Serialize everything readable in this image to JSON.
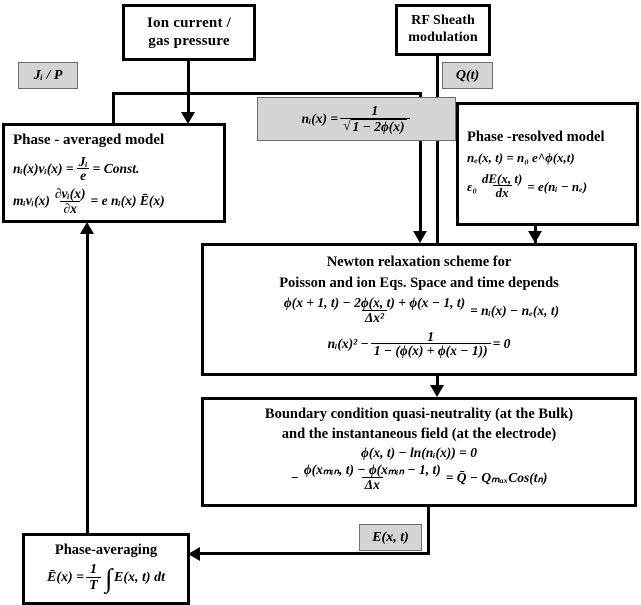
{
  "diagram": {
    "title": "Self-consistent RF sheath model flowchart",
    "colors": {
      "line": "#000000",
      "tag_fill": "#d4d4d4",
      "tag_border": "#6e6e6e",
      "box_fill": "#ffffff"
    }
  },
  "nodes": {
    "ion_current": {
      "label": "Ion current /\ngas pressure"
    },
    "rf_sheath": {
      "label": "RF Sheath\nmodulation"
    },
    "phase_averaged": {
      "title": "Phase - averaged model",
      "eq1": {
        "lhs": "nᵢ(x)vᵢ(x) =",
        "frac_num": "Jᵢ",
        "frac_den": "e",
        "rhs": "= Const."
      },
      "eq2": {
        "lhs": "mᵢvᵢ(x)",
        "frac_num": "∂vᵢ(x)",
        "frac_den": "∂x",
        "rhs": "= e nᵢ(x)  Ē(x)"
      }
    },
    "phase_resolved": {
      "title": "Phase -resolved model",
      "eq1": "nₑ(x, t) = n₀ e^ϕ(x,t)",
      "eq2": {
        "lhs": "ε₀",
        "frac_num": "dE(x, t)",
        "frac_den": "dx",
        "rhs": "= e(nᵢ − nₑ)"
      }
    },
    "newton": {
      "title_line1": "Newton relaxation scheme for",
      "title_line2": "Poisson and ion Eqs. Space and time depends",
      "eq1": {
        "frac_num": "ϕ(x + 1, t) − 2ϕ(x, t) + ϕ(x − 1, t)",
        "frac_den": "Δx²",
        "rhs": "= nᵢ(x)  − nₑ(x, t)"
      },
      "eq2": {
        "lhs": "nᵢ(x)²  −",
        "frac_num": "1",
        "frac_den": "1 − (ϕ(x) + ϕ(x − 1))",
        "rhs": "= 0"
      }
    },
    "boundary": {
      "title_line1": "Boundary condition quasi-neutrality (at the Bulk)",
      "title_line2": "and the instantaneous field (at the electrode)",
      "eq1": "ϕ(x, t) − ln(nᵢ(x)) = 0",
      "eq2": {
        "lhs": "−",
        "frac_num": "ϕ(xₘᵢₙ, t) − ϕ(xₘᵢₙ − 1, t)",
        "frac_den": "Δx",
        "rhs": "= Q̄ − QₘₐₓCos(tₙ)"
      }
    },
    "phase_averaging": {
      "title": "Phase-averaging",
      "eq": {
        "lhs": "Ē(x) =",
        "frac_num": "1",
        "frac_den": "T",
        "integral": "∫",
        "rhs": "E(x, t) dt"
      }
    }
  },
  "tags": {
    "ji_over_p": "Jᵢ / P",
    "q_of_t": "Q(t)",
    "ni_of_x": {
      "lhs": "nᵢ(x) =",
      "frac_num": "1",
      "frac_den_radicand": "1 − 2ϕ(x)"
    },
    "e_of_xt": "E(x, t)"
  },
  "connectors": [
    {
      "name": "ion-current-to-phase-averaged",
      "from": "ion_current",
      "to": "phase_averaged",
      "arrow": "down"
    },
    {
      "name": "phase-averaged-to-newton",
      "from": "phase_averaged",
      "to": "newton",
      "arrow": "down"
    },
    {
      "name": "rf-sheath-to-newton",
      "from": "rf_sheath",
      "to": "newton",
      "arrow": "none"
    },
    {
      "name": "phase-resolved-to-newton",
      "from": "phase_resolved",
      "to": "newton",
      "arrow": "down"
    },
    {
      "name": "newton-to-boundary",
      "from": "newton",
      "to": "boundary",
      "arrow": "down"
    },
    {
      "name": "boundary-to-phase-averaging",
      "from": "boundary",
      "to": "phase_averaging",
      "arrow": "left"
    },
    {
      "name": "phase-averaging-to-phase-averaged",
      "from": "phase_averaging",
      "to": "phase_averaged",
      "arrow": "up"
    }
  ]
}
